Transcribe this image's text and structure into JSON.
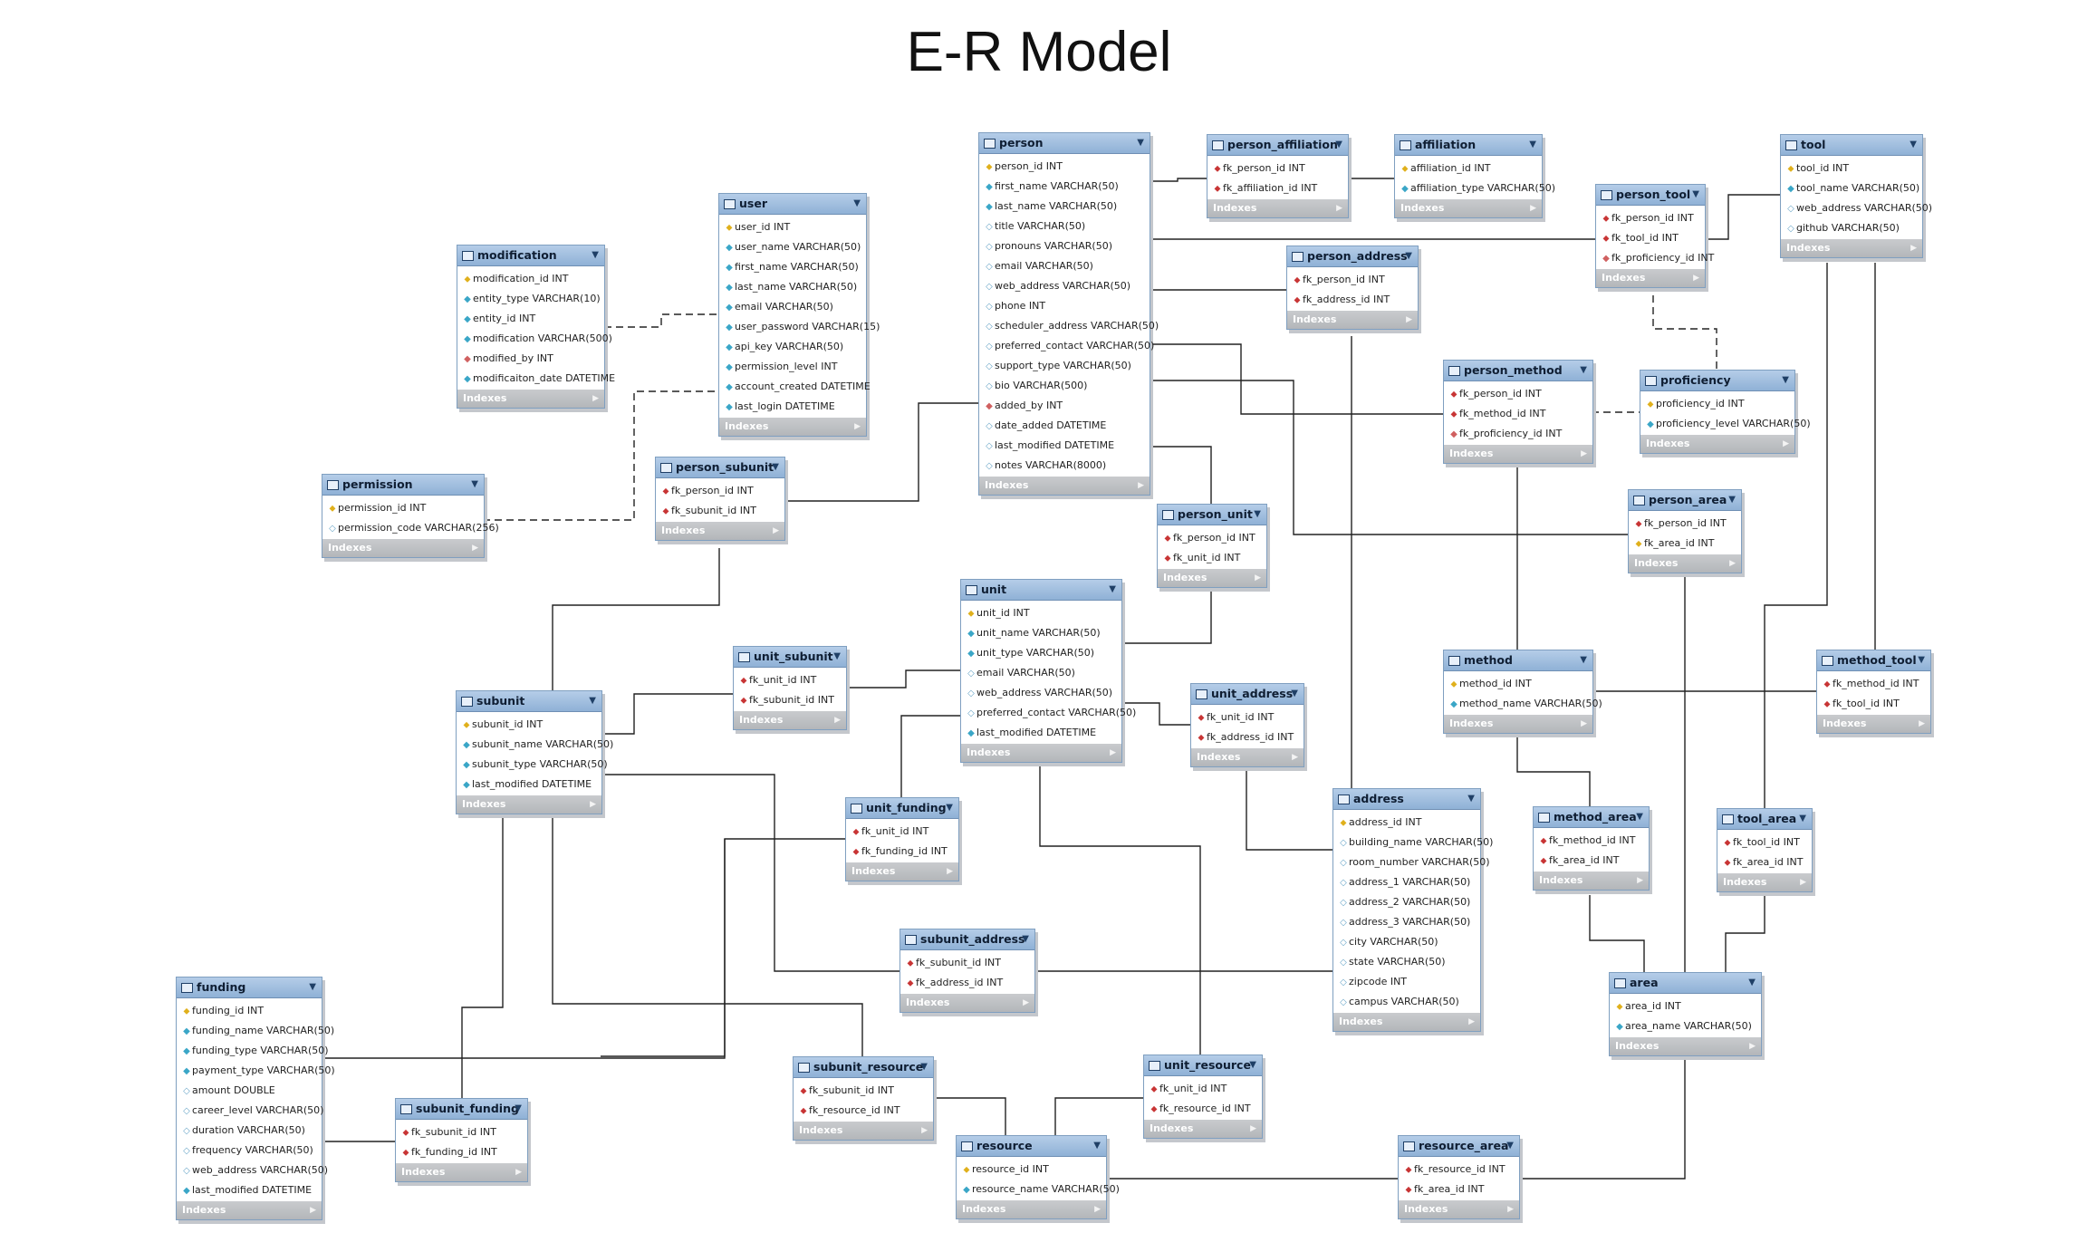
{
  "title": "E-R Model",
  "colors": {
    "header": "#9bbde1",
    "line": "#222222"
  },
  "icons": {
    "table": "table-icon",
    "primary_key": "key-icon",
    "foreign_key": "foreign-key-icon",
    "attribute": "diamond-icon",
    "menu": "chevron-down-icon",
    "indexes": "triangle-right-icon"
  },
  "tables": [
    {
      "id": "person",
      "name": "person",
      "indexes": "Indexes",
      "columns": [
        {
          "k": "pk",
          "t": "person_id INT"
        },
        {
          "k": "nn",
          "t": "first_name VARCHAR(50)"
        },
        {
          "k": "nn",
          "t": "last_name VARCHAR(50)"
        },
        {
          "k": "at",
          "t": "title VARCHAR(50)"
        },
        {
          "k": "at",
          "t": "pronouns VARCHAR(50)"
        },
        {
          "k": "at",
          "t": "email VARCHAR(50)"
        },
        {
          "k": "at",
          "t": "web_address VARCHAR(50)"
        },
        {
          "k": "at",
          "t": "phone INT"
        },
        {
          "k": "at",
          "t": "scheduler_address VARCHAR(50)"
        },
        {
          "k": "at",
          "t": "preferred_contact VARCHAR(50)"
        },
        {
          "k": "at",
          "t": "support_type VARCHAR(50)"
        },
        {
          "k": "at",
          "t": "bio VARCHAR(500)"
        },
        {
          "k": "fkn",
          "t": "added_by INT"
        },
        {
          "k": "at",
          "t": "date_added DATETIME"
        },
        {
          "k": "at",
          "t": "last_modified DATETIME"
        },
        {
          "k": "at",
          "t": "notes VARCHAR(8000)"
        }
      ]
    },
    {
      "id": "user",
      "name": "user",
      "indexes": "Indexes",
      "columns": [
        {
          "k": "pk",
          "t": "user_id INT"
        },
        {
          "k": "nn",
          "t": "user_name VARCHAR(50)"
        },
        {
          "k": "nn",
          "t": "first_name VARCHAR(50)"
        },
        {
          "k": "nn",
          "t": "last_name VARCHAR(50)"
        },
        {
          "k": "nn",
          "t": "email VARCHAR(50)"
        },
        {
          "k": "nn",
          "t": "user_password VARCHAR(15)"
        },
        {
          "k": "nn",
          "t": "api_key VARCHAR(50)"
        },
        {
          "k": "nn",
          "t": "permission_level INT"
        },
        {
          "k": "nn",
          "t": "account_created DATETIME"
        },
        {
          "k": "nn",
          "t": "last_login DATETIME"
        }
      ]
    },
    {
      "id": "modification",
      "name": "modification",
      "indexes": "Indexes",
      "columns": [
        {
          "k": "pk",
          "t": "modification_id INT"
        },
        {
          "k": "nn",
          "t": "entity_type VARCHAR(10)"
        },
        {
          "k": "nn",
          "t": "entity_id INT"
        },
        {
          "k": "nn",
          "t": "modification VARCHAR(500)"
        },
        {
          "k": "fkn",
          "t": "modified_by INT"
        },
        {
          "k": "nn",
          "t": "modificaiton_date DATETIME"
        }
      ]
    },
    {
      "id": "permission",
      "name": "permission",
      "indexes": "Indexes",
      "columns": [
        {
          "k": "pk",
          "t": "permission_id INT"
        },
        {
          "k": "at",
          "t": "permission_code VARCHAR(256)"
        }
      ]
    },
    {
      "id": "person_subunit",
      "name": "person_subunit",
      "indexes": "Indexes",
      "columns": [
        {
          "k": "fk",
          "t": "fk_person_id INT"
        },
        {
          "k": "fk",
          "t": "fk_subunit_id INT"
        }
      ]
    },
    {
      "id": "person_affiliation",
      "name": "person_affiliation",
      "indexes": "Indexes",
      "columns": [
        {
          "k": "fk",
          "t": "fk_person_id INT"
        },
        {
          "k": "fk",
          "t": "fk_affiliation_id INT"
        }
      ]
    },
    {
      "id": "affiliation",
      "name": "affiliation",
      "indexes": "Indexes",
      "columns": [
        {
          "k": "pk",
          "t": "affiliation_id INT"
        },
        {
          "k": "nn",
          "t": "affiliation_type VARCHAR(50)"
        }
      ]
    },
    {
      "id": "person_address",
      "name": "person_address",
      "indexes": "Indexes",
      "columns": [
        {
          "k": "fk",
          "t": "fk_person_id INT"
        },
        {
          "k": "fk",
          "t": "fk_address_id INT"
        }
      ]
    },
    {
      "id": "person_tool",
      "name": "person_tool",
      "indexes": "Indexes",
      "columns": [
        {
          "k": "fk",
          "t": "fk_person_id INT"
        },
        {
          "k": "fk",
          "t": "fk_tool_id INT"
        },
        {
          "k": "fkn",
          "t": "fk_proficiency_id INT"
        }
      ]
    },
    {
      "id": "tool",
      "name": "tool",
      "indexes": "Indexes",
      "columns": [
        {
          "k": "pk",
          "t": "tool_id INT"
        },
        {
          "k": "nn",
          "t": "tool_name VARCHAR(50)"
        },
        {
          "k": "at",
          "t": "web_address VARCHAR(50)"
        },
        {
          "k": "at",
          "t": "github VARCHAR(50)"
        }
      ]
    },
    {
      "id": "person_method",
      "name": "person_method",
      "indexes": "Indexes",
      "columns": [
        {
          "k": "fk",
          "t": "fk_person_id INT"
        },
        {
          "k": "fk",
          "t": "fk_method_id INT"
        },
        {
          "k": "fkn",
          "t": "fk_proficiency_id INT"
        }
      ]
    },
    {
      "id": "proficiency",
      "name": "proficiency",
      "indexes": "Indexes",
      "columns": [
        {
          "k": "pk",
          "t": "proficiency_id INT"
        },
        {
          "k": "nn",
          "t": "proficiency_level VARCHAR(50)"
        }
      ]
    },
    {
      "id": "person_unit",
      "name": "person_unit",
      "indexes": "Indexes",
      "columns": [
        {
          "k": "fk",
          "t": "fk_person_id INT"
        },
        {
          "k": "fk",
          "t": "fk_unit_id INT"
        }
      ]
    },
    {
      "id": "person_area",
      "name": "person_area",
      "indexes": "Indexes",
      "columns": [
        {
          "k": "fk",
          "t": "fk_person_id INT"
        },
        {
          "k": "pk",
          "t": "fk_area_id INT"
        }
      ]
    },
    {
      "id": "unit",
      "name": "unit",
      "indexes": "Indexes",
      "columns": [
        {
          "k": "pk",
          "t": "unit_id INT"
        },
        {
          "k": "nn",
          "t": "unit_name VARCHAR(50)"
        },
        {
          "k": "nn",
          "t": "unit_type VARCHAR(50)"
        },
        {
          "k": "at",
          "t": "email VARCHAR(50)"
        },
        {
          "k": "at",
          "t": "web_address VARCHAR(50)"
        },
        {
          "k": "at",
          "t": "preferred_contact VARCHAR(50)"
        },
        {
          "k": "nn",
          "t": "last_modified DATETIME"
        }
      ]
    },
    {
      "id": "unit_subunit",
      "name": "unit_subunit",
      "indexes": "Indexes",
      "columns": [
        {
          "k": "fk",
          "t": "fk_unit_id INT"
        },
        {
          "k": "fk",
          "t": "fk_subunit_id INT"
        }
      ]
    },
    {
      "id": "unit_address",
      "name": "unit_address",
      "indexes": "Indexes",
      "columns": [
        {
          "k": "fk",
          "t": "fk_unit_id INT"
        },
        {
          "k": "fk",
          "t": "fk_address_id INT"
        }
      ]
    },
    {
      "id": "subunit",
      "name": "subunit",
      "indexes": "Indexes",
      "columns": [
        {
          "k": "pk",
          "t": "subunit_id INT"
        },
        {
          "k": "nn",
          "t": "subunit_name VARCHAR(50)"
        },
        {
          "k": "nn",
          "t": "subunit_type VARCHAR(50)"
        },
        {
          "k": "nn",
          "t": "last_modified DATETIME"
        }
      ]
    },
    {
      "id": "method",
      "name": "method",
      "indexes": "Indexes",
      "columns": [
        {
          "k": "pk",
          "t": "method_id INT"
        },
        {
          "k": "nn",
          "t": "method_name VARCHAR(50)"
        }
      ]
    },
    {
      "id": "method_tool",
      "name": "method_tool",
      "indexes": "Indexes",
      "columns": [
        {
          "k": "fk",
          "t": "fk_method_id INT"
        },
        {
          "k": "fk",
          "t": "fk_tool_id INT"
        }
      ]
    },
    {
      "id": "unit_funding",
      "name": "unit_funding",
      "indexes": "Indexes",
      "columns": [
        {
          "k": "fk",
          "t": "fk_unit_id INT"
        },
        {
          "k": "fk",
          "t": "fk_funding_id INT"
        }
      ]
    },
    {
      "id": "address",
      "name": "address",
      "indexes": "Indexes",
      "columns": [
        {
          "k": "pk",
          "t": "address_id INT"
        },
        {
          "k": "at",
          "t": "building_name VARCHAR(50)"
        },
        {
          "k": "at",
          "t": "room_number VARCHAR(50)"
        },
        {
          "k": "at",
          "t": "address_1 VARCHAR(50)"
        },
        {
          "k": "at",
          "t": "address_2 VARCHAR(50)"
        },
        {
          "k": "at",
          "t": "address_3 VARCHAR(50)"
        },
        {
          "k": "at",
          "t": "city VARCHAR(50)"
        },
        {
          "k": "at",
          "t": "state VARCHAR(50)"
        },
        {
          "k": "at",
          "t": "zipcode INT"
        },
        {
          "k": "at",
          "t": "campus VARCHAR(50)"
        }
      ]
    },
    {
      "id": "method_area",
      "name": "method_area",
      "indexes": "Indexes",
      "columns": [
        {
          "k": "fk",
          "t": "fk_method_id INT"
        },
        {
          "k": "fk",
          "t": "fk_area_id INT"
        }
      ]
    },
    {
      "id": "tool_area",
      "name": "tool_area",
      "indexes": "Indexes",
      "columns": [
        {
          "k": "fk",
          "t": "fk_tool_id INT"
        },
        {
          "k": "fk",
          "t": "fk_area_id INT"
        }
      ]
    },
    {
      "id": "subunit_address",
      "name": "subunit_address",
      "indexes": "Indexes",
      "columns": [
        {
          "k": "fk",
          "t": "fk_subunit_id INT"
        },
        {
          "k": "fk",
          "t": "fk_address_id INT"
        }
      ]
    },
    {
      "id": "area",
      "name": "area",
      "indexes": "Indexes",
      "columns": [
        {
          "k": "pk",
          "t": "area_id INT"
        },
        {
          "k": "nn",
          "t": "area_name VARCHAR(50)"
        }
      ]
    },
    {
      "id": "funding",
      "name": "funding",
      "indexes": "Indexes",
      "columns": [
        {
          "k": "pk",
          "t": "funding_id INT"
        },
        {
          "k": "nn",
          "t": "funding_name VARCHAR(50)"
        },
        {
          "k": "nn",
          "t": "funding_type VARCHAR(50)"
        },
        {
          "k": "nn",
          "t": "payment_type VARCHAR(50)"
        },
        {
          "k": "at",
          "t": "amount DOUBLE"
        },
        {
          "k": "at",
          "t": "career_level VARCHAR(50)"
        },
        {
          "k": "at",
          "t": "duration VARCHAR(50)"
        },
        {
          "k": "at",
          "t": "frequency VARCHAR(50)"
        },
        {
          "k": "at",
          "t": "web_address VARCHAR(50)"
        },
        {
          "k": "nn",
          "t": "last_modified DATETIME"
        }
      ]
    },
    {
      "id": "subunit_funding",
      "name": "subunit_funding",
      "indexes": "Indexes",
      "columns": [
        {
          "k": "fk",
          "t": "fk_subunit_id INT"
        },
        {
          "k": "fk",
          "t": "fk_funding_id INT"
        }
      ]
    },
    {
      "id": "subunit_resource",
      "name": "subunit_resource",
      "indexes": "Indexes",
      "columns": [
        {
          "k": "fk",
          "t": "fk_subunit_id INT"
        },
        {
          "k": "fk",
          "t": "fk_resource_id INT"
        }
      ]
    },
    {
      "id": "unit_resource",
      "name": "unit_resource",
      "indexes": "Indexes",
      "columns": [
        {
          "k": "fk",
          "t": "fk_unit_id INT"
        },
        {
          "k": "fk",
          "t": "fk_resource_id INT"
        }
      ]
    },
    {
      "id": "resource",
      "name": "resource",
      "indexes": "Indexes",
      "columns": [
        {
          "k": "pk",
          "t": "resource_id INT"
        },
        {
          "k": "nn",
          "t": "resource_name VARCHAR(50)"
        }
      ]
    },
    {
      "id": "resource_area",
      "name": "resource_area",
      "indexes": "Indexes",
      "columns": [
        {
          "k": "fk",
          "t": "fk_resource_id INT"
        },
        {
          "k": "fk",
          "t": "fk_area_id INT"
        }
      ]
    }
  ]
}
